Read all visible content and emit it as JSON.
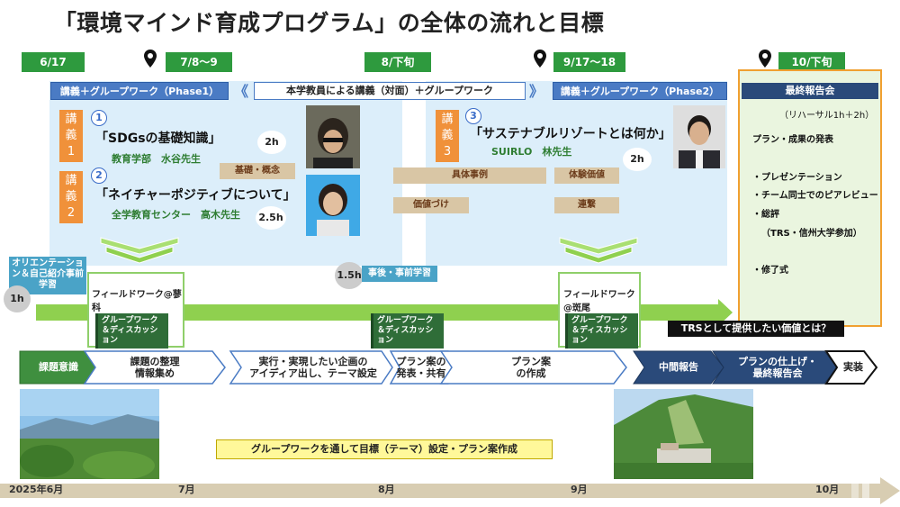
{
  "title": "「環境マインド育成プログラム」の全体の流れと目標",
  "dates": {
    "d1": "6/17",
    "d2": "7/8～9",
    "d3": "8/下旬",
    "d4": "9/17～18",
    "d5": "10/下旬"
  },
  "phase1": {
    "label": "講義＋グループワーク（Phase1）"
  },
  "middle": {
    "label": "本学教員による講義（対面）＋グループワーク"
  },
  "phase2": {
    "label": "講義＋グループワーク（Phase2）"
  },
  "chevrons": {
    "left": "《",
    "right": "》"
  },
  "lectures": {
    "l1": {
      "tag": "講義1",
      "num": "1",
      "title": "「SDGsの基礎知識」",
      "teacher": "教育学部　水谷先生",
      "hours": "2h"
    },
    "l2": {
      "tag": "講義2",
      "num": "2",
      "title": "「ネイチャーポジティブについて」",
      "teacher": "全学教育センター　高木先生",
      "hours": "2.5h"
    },
    "l3": {
      "tag": "講義3",
      "num": "3",
      "title": "「サステナブルリゾートとは何か」",
      "teacher": "SUIRLO　林先生",
      "hours": "2h"
    }
  },
  "tags": {
    "basics": "基礎・概念",
    "cases": "具体事例",
    "value": "価値づけ",
    "experience": "体験価値",
    "linkage": "連繋"
  },
  "orientation": {
    "label": "オリエンテーション＆自己紹介事前学習",
    "hours": "1h"
  },
  "pre_study": {
    "label": "事後・事前学習",
    "hours": "1.5h"
  },
  "fieldwork": {
    "fw1": "フィールドワーク@蓼科",
    "fw2": "フィールドワーク@斑尾"
  },
  "gd_label": "グループワーク＆ディスカッション",
  "final": {
    "head": "最終報告会",
    "rehearsal": "（リハーサル1h＋2h）",
    "item1": "プラン・成果の発表",
    "item2": "・プレゼンテーション",
    "item3": "・チーム同士でのピアレビュー",
    "item4": "・総評",
    "item5": "（TRS・信州大学参加）",
    "item6": "・修了式"
  },
  "trs": "TRSとして提供したい価値とは？",
  "flow": {
    "s1": "課題意識",
    "s2": "課題の整理\n情報集め",
    "s3": "実行・実現したい企画の\nアイディア出し、テーマ設定",
    "s4": "プラン案の\n発表・共有",
    "s5": "プラン案\nの作成",
    "s6": "中間報告",
    "s7": "プランの仕上げ・\n最終報告会",
    "s8": "実装"
  },
  "goal_banner": "グループワークを通して目標（テーマ）設定・プラン案作成",
  "months": {
    "m1": "2025年6月",
    "m2": "7月",
    "m3": "8月",
    "m4": "9月",
    "m5": "10月"
  },
  "colors": {
    "date_green": "#2e9a3e",
    "phase_blue": "#4a7bc4",
    "panel_blue": "#dceefa",
    "lecture_orange": "#f0913a",
    "final_navy": "#2a4a7a",
    "final_border": "#f0a030",
    "band_green": "#8fd04f"
  }
}
